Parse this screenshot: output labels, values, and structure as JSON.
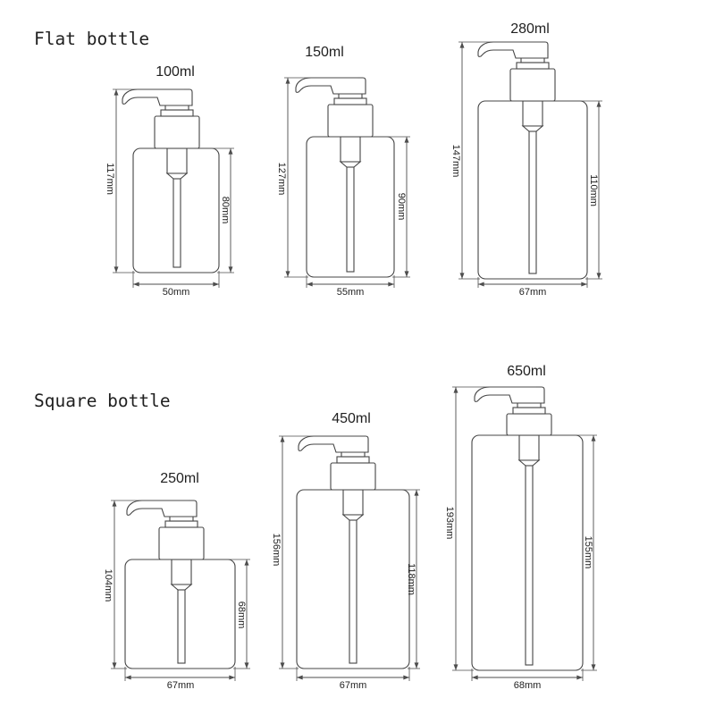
{
  "sections": [
    {
      "title": "Flat bottle",
      "bottles": [
        {
          "capacity": "100ml",
          "total_height": "117mm",
          "body_height": "80mm",
          "width": "50mm"
        },
        {
          "capacity": "150ml",
          "total_height": "127mm",
          "body_height": "90mm",
          "width": "55mm"
        },
        {
          "capacity": "280ml",
          "total_height": "147mm",
          "body_height": "110mm",
          "width": "67mm"
        }
      ]
    },
    {
      "title": "Square bottle",
      "bottles": [
        {
          "capacity": "250ml",
          "total_height": "104mm",
          "body_height": "68mm",
          "width": "67mm"
        },
        {
          "capacity": "450ml",
          "total_height": "156mm",
          "body_height": "118mm",
          "width": "67mm"
        },
        {
          "capacity": "650ml",
          "total_height": "193mm",
          "body_height": "155mm",
          "width": "68mm"
        }
      ]
    }
  ],
  "colors": {
    "line": "#444444",
    "text": "#1f1f1f",
    "background": "#ffffff"
  }
}
